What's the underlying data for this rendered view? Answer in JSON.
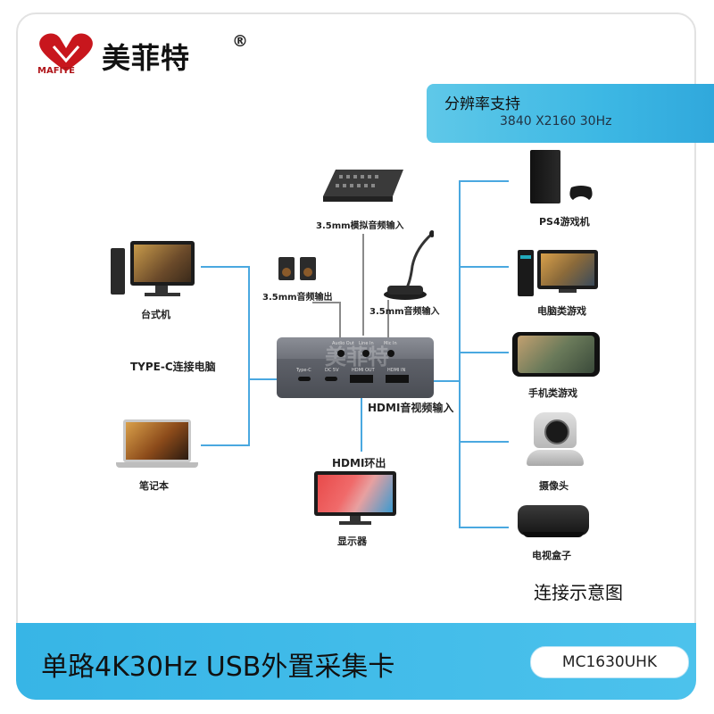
{
  "brand": {
    "name": "美菲特",
    "sub": "MAFITE",
    "reg": "®"
  },
  "resolution": {
    "title": "分辨率支持",
    "value": "3840 X2160  30Hz"
  },
  "left_devices": [
    {
      "id": "desktop",
      "label": "台式机"
    },
    {
      "id": "laptop",
      "label": "笔记本"
    }
  ],
  "typec_label": "TYPE-C连接电脑",
  "audio": {
    "mixer": "3.5mm模拟音频输入",
    "speaker": "3.5mm音频输出",
    "mic": "3.5mm音频输入"
  },
  "hdmi_in_label": "HDMI音视频输入",
  "hdmi_out": {
    "title": "HDMI环出",
    "device": "显示器"
  },
  "right_devices": [
    {
      "id": "ps4",
      "label": "PS4游戏机"
    },
    {
      "id": "pc-game",
      "label": "电脑类游戏"
    },
    {
      "id": "phone-game",
      "label": "手机类游戏"
    },
    {
      "id": "camera",
      "label": "摄像头"
    },
    {
      "id": "tvbox",
      "label": "电视盒子"
    }
  ],
  "caption": "连接示意图",
  "product": {
    "title": "单路4K30Hz USB外置采集卡",
    "model": "MC1630UHK"
  },
  "device_ports": {
    "top": [
      "Audio Out",
      "Line In",
      "Mic In"
    ],
    "front": [
      "Type-C",
      "DC 5V",
      "HDMI OUT",
      "HDMI IN"
    ],
    "watermark": "美菲特"
  },
  "colors": {
    "accent": "#3db8e4",
    "line": "#4aa8e0",
    "brand_red": "#c8161d"
  }
}
